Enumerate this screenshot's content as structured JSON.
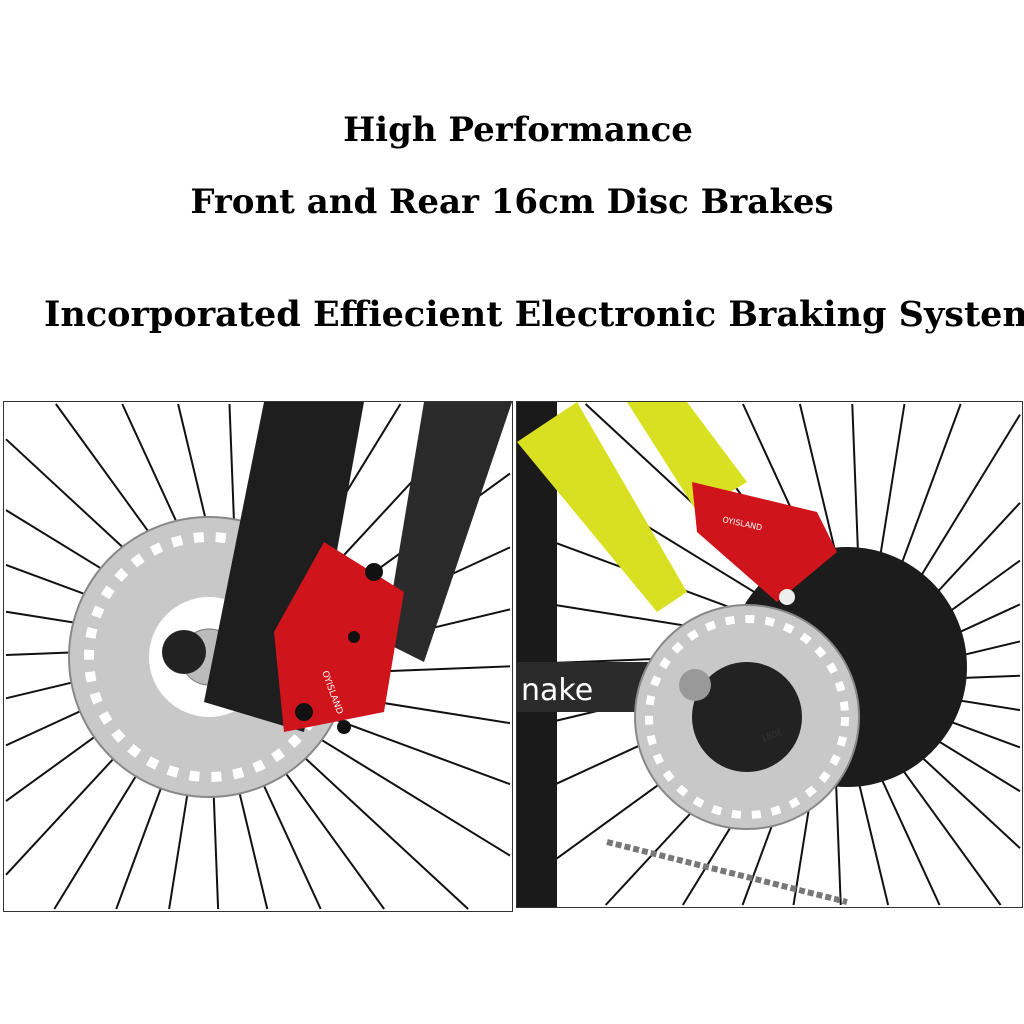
{
  "headlines": {
    "line1": "High Performance",
    "line2": "Front and Rear 16cm Disc Brakes",
    "line3": "Incorporated Effiecient Electronic Braking System"
  },
  "photos": {
    "front": {
      "caliper_brand": "OYISLAND",
      "caliper_color": "#d0141b",
      "frame_color": "#1a1a1a"
    },
    "rear": {
      "caliper_brand": "OYISLAND",
      "frame_text": "nake",
      "rotor_text": "180E",
      "caliper_color": "#d0141b",
      "frame_color": "#d9e021"
    }
  }
}
